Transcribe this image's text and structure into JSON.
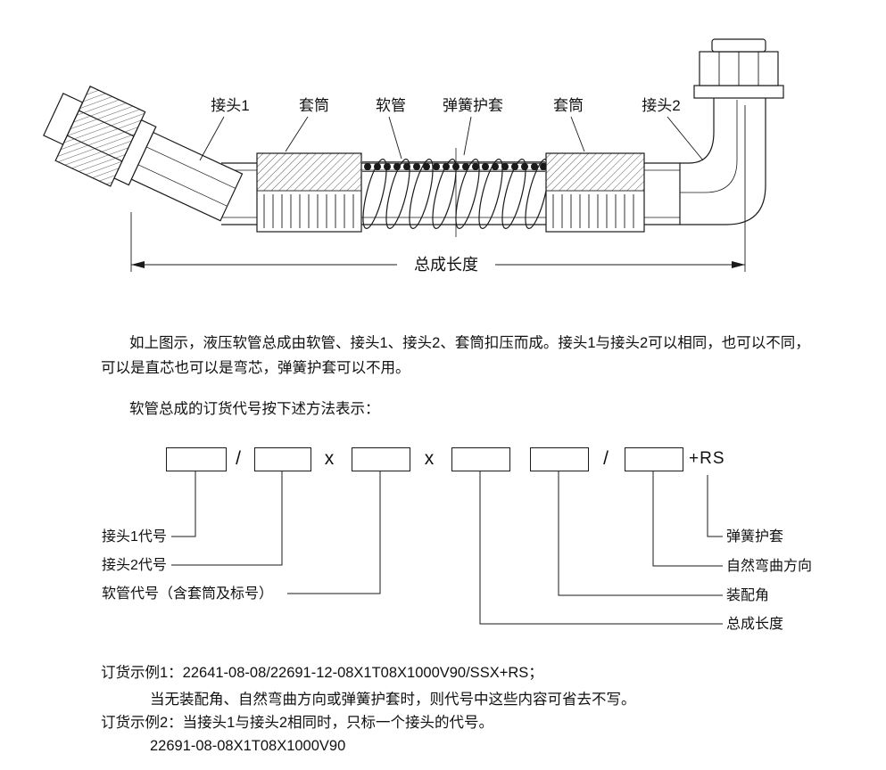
{
  "drawing": {
    "part_labels": [
      "接头1",
      "套筒",
      "软管",
      "弹簧护套",
      "套筒",
      "接头2"
    ],
    "dimension_label": "总成长度"
  },
  "description": {
    "line1": "如上图示，液压软管总成由软管、接头1、接头2、套筒扣压而成。接头1与接头2可以相同，也可以不同，",
    "line2": "可以是直芯也可以是弯芯，弹簧护套可以不用。",
    "code_intro": "软管总成的订货代号按下述方法表示："
  },
  "code_diagram": {
    "separator_slash_1": "/",
    "separator_x_1": "x",
    "separator_x_2": "x",
    "separator_slash_2": "/",
    "suffix": "+RS",
    "left_labels": [
      "接头1代号",
      "接头2代号",
      "软管代号（含套筒及标号）"
    ],
    "right_labels": [
      "弹簧护套",
      "自然弯曲方向",
      "装配角",
      "总成长度"
    ]
  },
  "examples": {
    "example1_title": "订货示例1：22641-08-08/22691-12-08X1T08X1000V90/SSX+RS；",
    "example1_note": "当无装配角、自然弯曲方向或弹簧护套时，则代号中这些内容可省去不写。",
    "example2_title": "订货示例2：当接头1与接头2相同时，只标一个接头的代号。",
    "example2_code": "22691-08-08X1T08X1000V90"
  }
}
